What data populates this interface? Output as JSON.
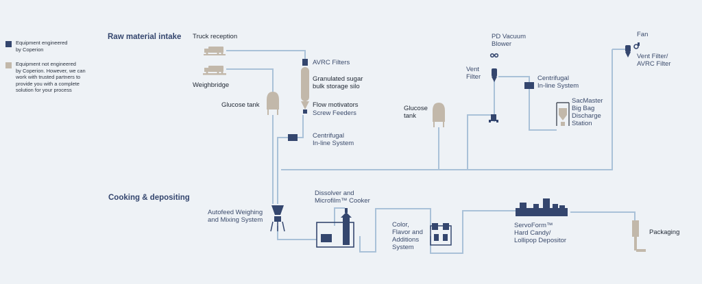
{
  "legend": {
    "engineered": "Equipment engineered\nby Coperion",
    "not_engineered": "Equipment not engineered\nby Coperion. However, we can\nwork with trusted partners to\nprovide you with a complete\nsolution for your process"
  },
  "colors": {
    "coperion": "#34466e",
    "partner": "#c2b8aa",
    "pipe": "#a9c1d8"
  },
  "sections": {
    "raw_material": "Raw material intake",
    "cooking": "Cooking & depositing"
  },
  "labels": {
    "truck_reception": "Truck reception",
    "weighbridge": "Weighbridge",
    "avrc_filters": "AVRC Filters",
    "silo": "Granulated sugar\nbulk storage silo",
    "flow_motivators": "Flow motivators",
    "screw_feeders": "Screw Feeders",
    "glucose_tank_left": "Glucose tank",
    "centrifugal_left": "Centrifugal\nIn-line System",
    "glucose_tank_right": "Glucose\ntank",
    "pd_blower": "PD Vacuum\nBlower",
    "vent_filter_mid": "Vent\nFilter",
    "centrifugal_right": "Centrifugal\nIn-line System",
    "sacmaster": "SacMaster\nBig Bag\nDischarge\nStation",
    "fan": "Fan",
    "vent_filter_right": "Vent Filter/\nAVRC Filter",
    "autofeed": "Autofeed Weighing\nand Mixing System",
    "dissolver": "Dissolver and\nMicrofilm™ Cooker",
    "color_flavor": "Color,\nFlavor and\nAdditions\nSystem",
    "servoform": "ServoForm™\nHard Candy/\nLollipop Depositor",
    "packaging": "Packaging"
  }
}
